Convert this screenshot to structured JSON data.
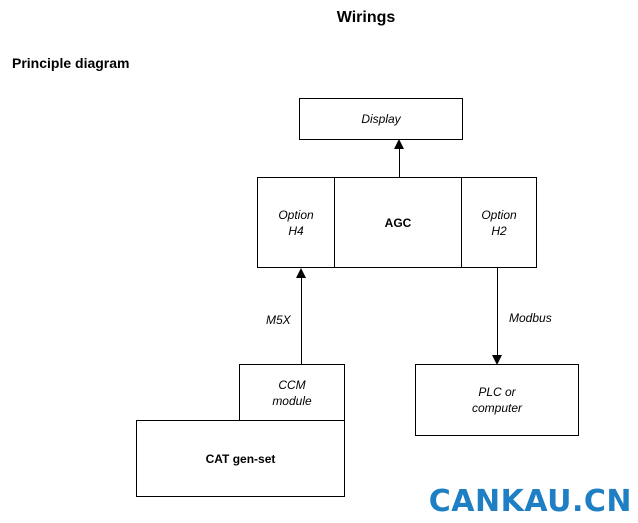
{
  "page": {
    "title": "Wirings",
    "section_title": "Principle diagram"
  },
  "diagram": {
    "display": "Display",
    "option_h4_line1": "Option",
    "option_h4_line2": "H4",
    "agc": "AGC",
    "option_h2_line1": "Option",
    "option_h2_line2": "H2",
    "ccm_line1": "CCM",
    "ccm_line2": "module",
    "cat_genset": "CAT gen-set",
    "plc_line1": "PLC or",
    "plc_line2": "computer",
    "m5x_label": "M5X",
    "modbus_label": "Modbus"
  },
  "watermark": {
    "text": "CANKAU.CN",
    "color": "#1f7fc4"
  }
}
